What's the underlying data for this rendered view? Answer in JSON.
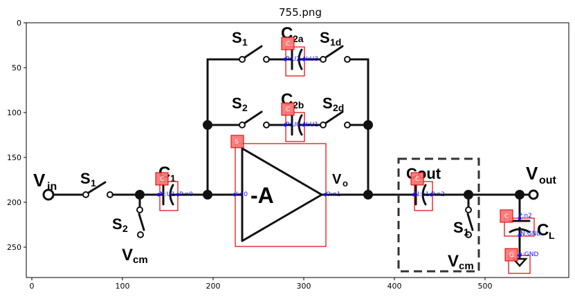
{
  "title": "755.png",
  "axes": {
    "x_ticks": [
      "0",
      "100",
      "200",
      "300",
      "400",
      "500"
    ],
    "y_ticks": [
      "0",
      "50",
      "100",
      "150",
      "200",
      "250"
    ]
  },
  "circuit_labels": {
    "vin": "V",
    "vin_sub": "in",
    "s1_left": "S",
    "s1_left_sub": "1",
    "c1": "C",
    "c1_sub": "1",
    "s2_left": "S",
    "s2_left_sub": "2",
    "vcm_left": "V",
    "vcm_left_sub": "cm",
    "s1_top": "S",
    "s1_top_sub": "1",
    "c2a": "C",
    "c2a_sub": "2a",
    "s1d": "S",
    "s1d_sub": "1d",
    "s2_mid": "S",
    "s2_mid_sub": "2",
    "c2b": "C",
    "c2b_sub": "2b",
    "s2d": "S",
    "s2d_sub": "2d",
    "amp": "-A",
    "vo": "V",
    "vo_sub": "o",
    "cout": "Cout",
    "s1_right": "S",
    "s1_right_sub": "1",
    "vcm_right": "V",
    "vcm_right_sub": "cm",
    "vout": "V",
    "vout_sub": "out",
    "cl": "C",
    "cl_sub": "L"
  },
  "detections": [
    {
      "tag": "C",
      "pins": [
        "N:U1",
        "P:n0"
      ],
      "color": "#ff6f6f"
    },
    {
      "tag": "C",
      "pins": [
        "P:U2",
        "N:U3"
      ],
      "color": "#ff6f6f"
    },
    {
      "tag": "C",
      "pins": [
        "P:U0",
        "N:U1"
      ],
      "color": "#ff6f6f"
    },
    {
      "tag": "S",
      "pins": [
        "I:n0",
        "O:n1"
      ],
      "color": "#ff6f6f"
    },
    {
      "tag": "C",
      "pins": [
        "N:n1",
        "P:n2"
      ],
      "color": "#ff6f6f"
    },
    {
      "tag": "C",
      "pins": [
        "P:n2",
        "N:GND"
      ],
      "color": "#ff6f6f"
    },
    {
      "tag": "G",
      "pins": [
        "n:GND"
      ],
      "color": "#ff6f6f"
    }
  ]
}
